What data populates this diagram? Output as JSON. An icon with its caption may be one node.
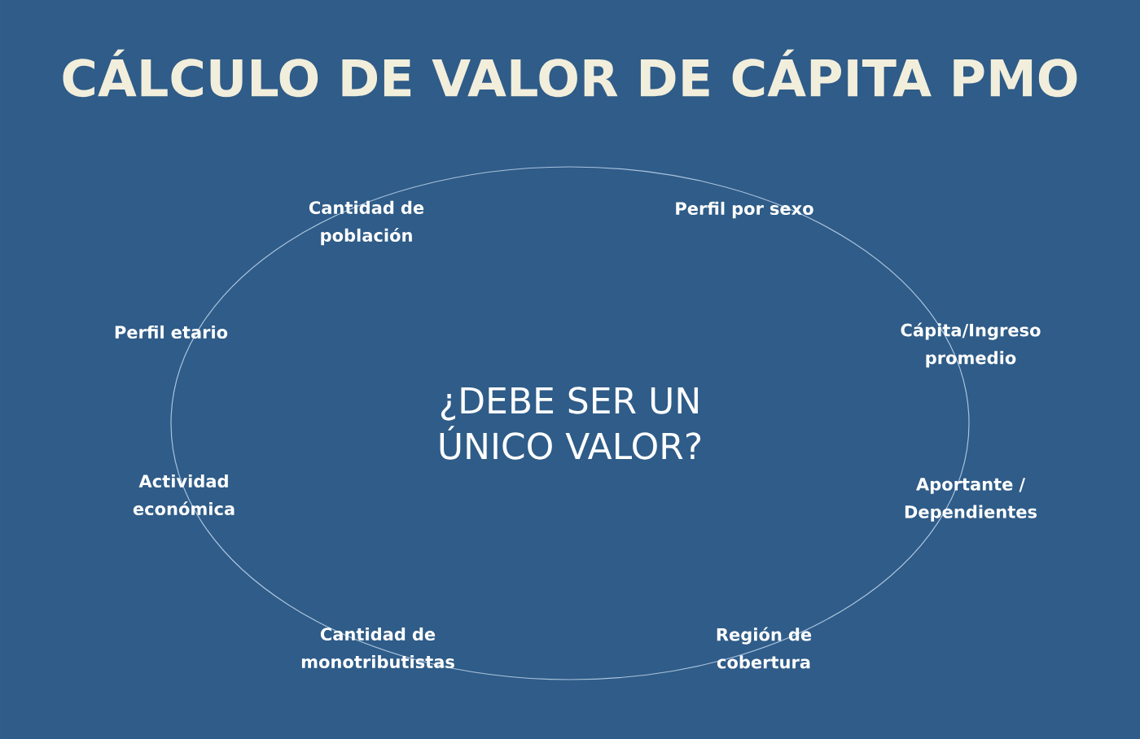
{
  "diagram": {
    "title": "CÁLCULO DE VALOR DE CÁPITA PMO",
    "nodes": [
      {
        "text": [
          "¿DEBE SER UN ÚNICO VALOR?"
        ]
      }
    ],
    "labels": [
      "Cantidad de población",
      "Perfil por sexo",
      "Perfil etario",
      "Cápita/Ingreso promedio",
      "Actividad económica",
      "Aportante / Dependientes",
      "Cantidad de monotributistas",
      "Región de cobertura"
    ]
  }
}
